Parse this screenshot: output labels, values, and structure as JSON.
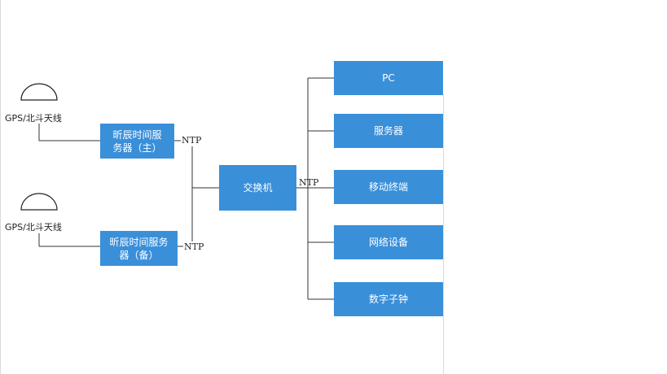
{
  "antennas": [
    {
      "label": "GPS/北斗天线"
    },
    {
      "label": "GPS/北斗天线"
    }
  ],
  "servers": [
    {
      "label": "昕辰时间服务器（主）"
    },
    {
      "label": "昕辰时间服务器（备）"
    }
  ],
  "ntp_labels": [
    "NTP",
    "NTP",
    "NTP"
  ],
  "switch": {
    "label": "交换机"
  },
  "devices": [
    {
      "label": "PC"
    },
    {
      "label": "服务器"
    },
    {
      "label": "移动终端"
    },
    {
      "label": "网络设备"
    },
    {
      "label": "数字子钟"
    }
  ],
  "colors": {
    "box": "#3a8fd9",
    "line": "#333333"
  }
}
